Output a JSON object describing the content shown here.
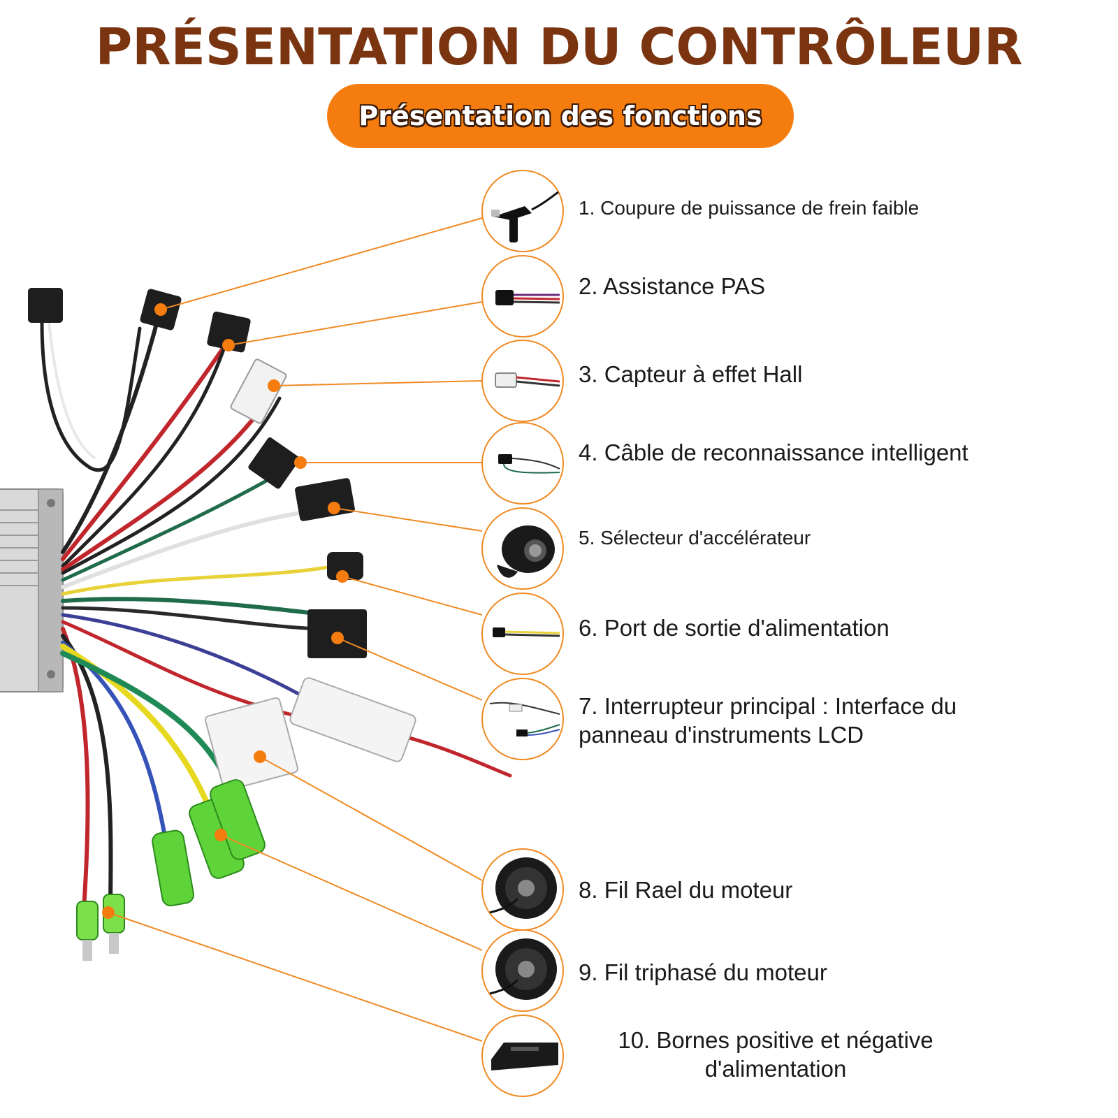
{
  "header": {
    "title": "PRÉSENTATION DU CONTRÔLEUR",
    "subtitle": "Présentation des fonctions"
  },
  "items": [
    {
      "label": "1. Coupure de puissance de frein faible",
      "icon": "brake-lever-icon"
    },
    {
      "label": "2. Assistance PAS",
      "icon": "pas-connector-icon"
    },
    {
      "label": "3. Capteur à effet Hall",
      "icon": "hall-connector-icon"
    },
    {
      "label": "4. Câble de reconnaissance intelligent",
      "icon": "smart-cable-icon"
    },
    {
      "label": "5. Sélecteur d'accélérateur",
      "icon": "thumb-throttle-icon"
    },
    {
      "label": "6. Port de sortie d'alimentation",
      "icon": "power-port-icon"
    },
    {
      "label": "7. Interrupteur principal : Interface du",
      "label2": "panneau d'instruments LCD",
      "icon": "lcd-cable-icon"
    },
    {
      "label": "8. Fil Rael du moteur",
      "icon": "hub-motor-icon"
    },
    {
      "label": "9. Fil triphasé du moteur",
      "icon": "hub-motor-icon"
    },
    {
      "label": "10. Bornes positive et négative",
      "label2": "d'alimentation",
      "icon": "battery-icon"
    }
  ],
  "colors": {
    "title": "#7a3410",
    "accent": "#f57d0f",
    "leader_line": "#f08a24"
  }
}
